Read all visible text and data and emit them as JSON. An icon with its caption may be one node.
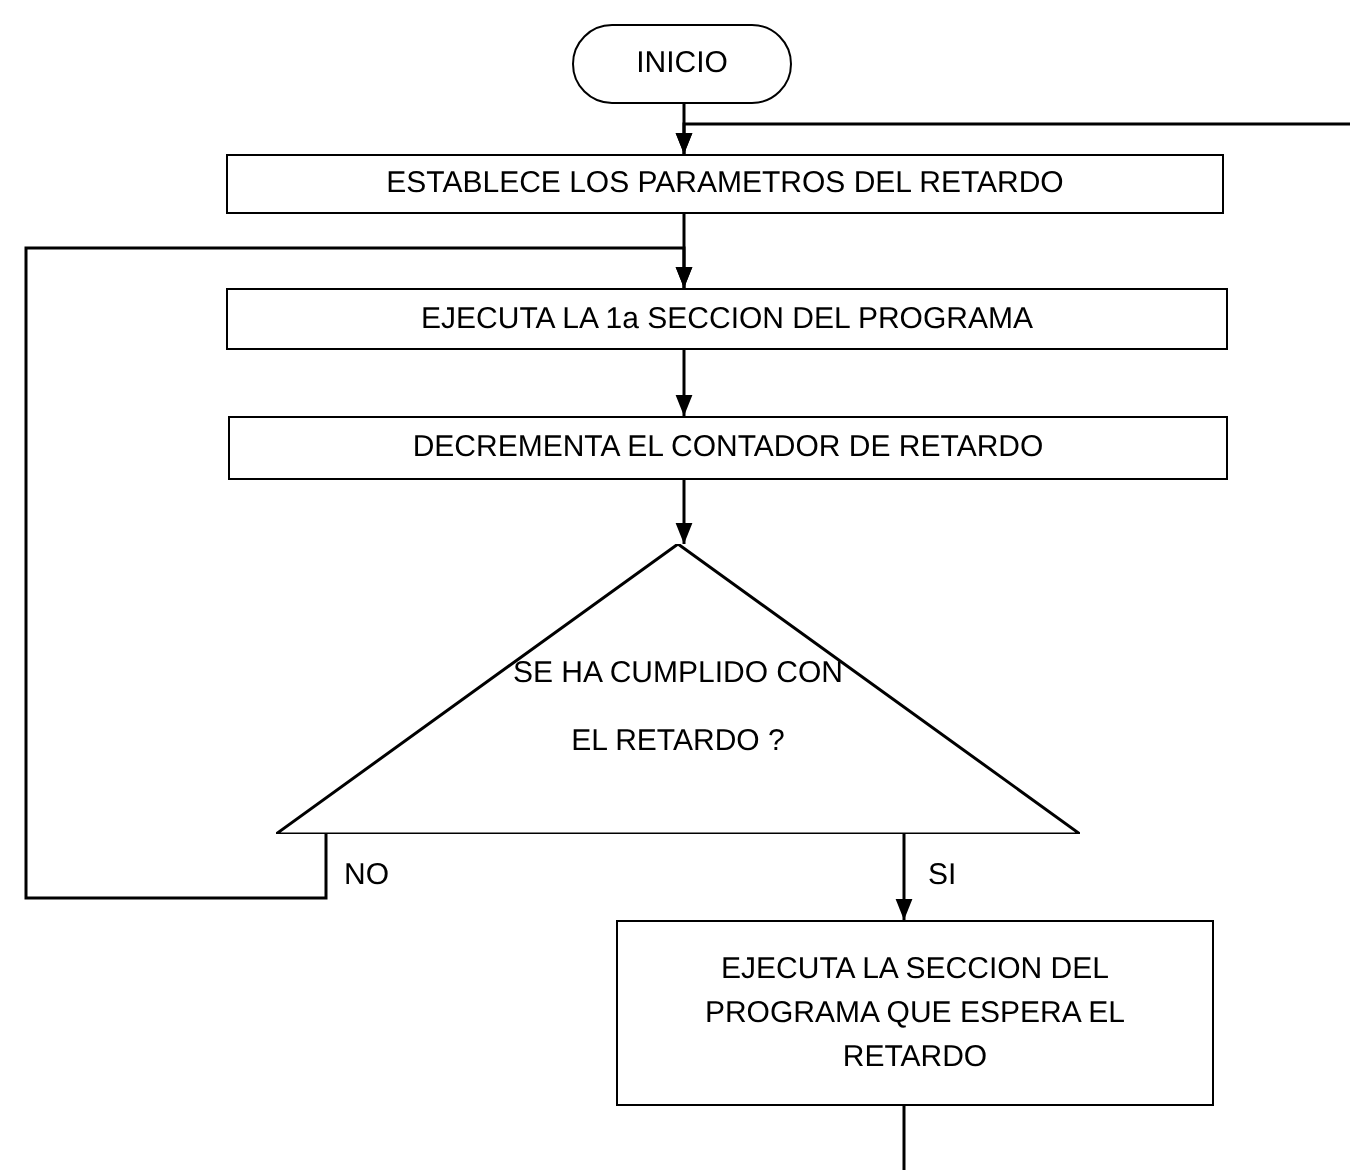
{
  "diagram": {
    "nodes": [
      {
        "text": [
          "INICIO"
        ]
      },
      {
        "text": [
          "ESTABLECE LOS PARAMETROS DEL RETARDO"
        ]
      },
      {
        "text": [
          "EJECUTA LA 1a SECCION DEL PROGRAMA"
        ]
      },
      {
        "text": [
          "DECREMENTA EL CONTADOR DE RETARDO"
        ]
      },
      {
        "text": [
          "SE HA CUMPLIDO CON EL RETARDO ?"
        ]
      },
      {
        "text": [
          "EJECUTA LA SECCION DEL PROGRAMA QUE ESPERA EL RETARDO"
        ]
      }
    ],
    "edges": [
      {
        "from": 0,
        "to": 1,
        "arrow": "to"
      },
      {
        "from": null,
        "to": 1,
        "arrow": "to"
      },
      {
        "from": 1,
        "to": 2,
        "arrow": "to"
      },
      {
        "from": 4,
        "to": 2,
        "arrow": "to",
        "label": "NO"
      },
      {
        "from": 2,
        "to": 3,
        "arrow": "to"
      },
      {
        "from": 3,
        "to": 4,
        "arrow": "to"
      },
      {
        "from": 4,
        "to": 5,
        "arrow": "to",
        "label": "SI"
      },
      {
        "from": 5,
        "to": null,
        "arrow": "none"
      }
    ]
  }
}
